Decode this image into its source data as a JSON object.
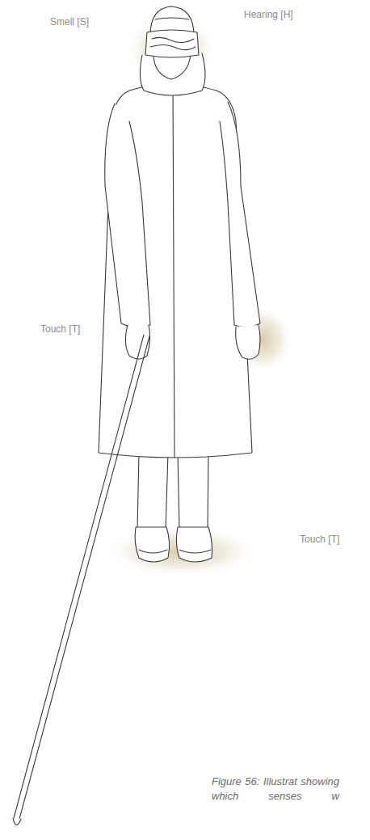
{
  "diagram": {
    "caption": "Figure 56: Illustrat showing which senses w",
    "labels": [
      "Smell [S]",
      "Hearing [H]",
      "Touch [T]",
      "Touch [T]"
    ]
  }
}
